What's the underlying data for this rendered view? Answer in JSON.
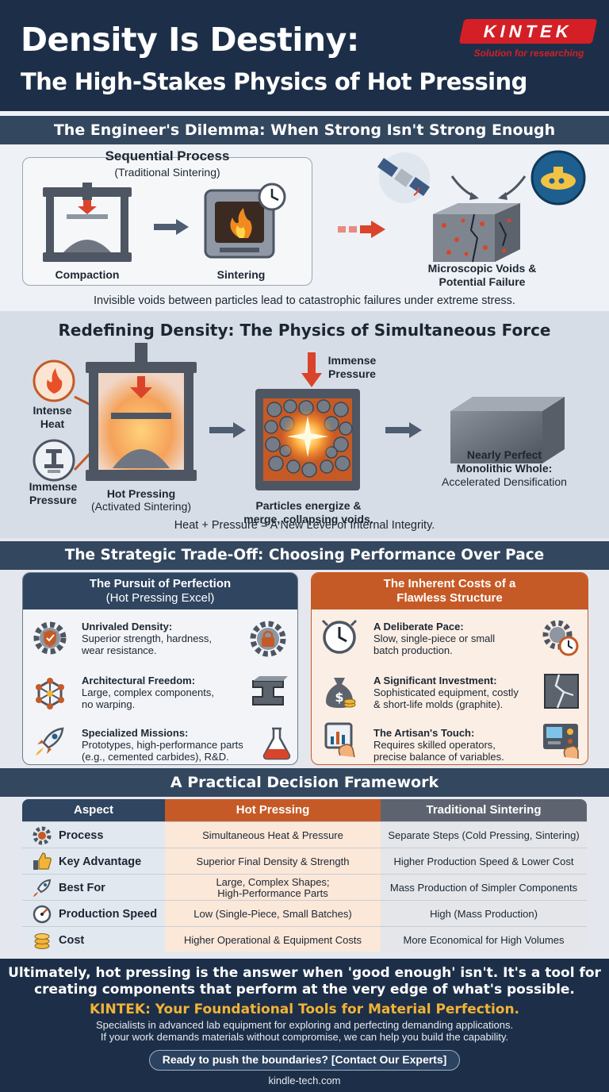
{
  "header": {
    "title_line1": "Density Is Destiny:",
    "title_line2": "The High-Stakes Physics of Hot Pressing",
    "logo_text": "KINTEK",
    "logo_tagline": "Solution for researching"
  },
  "dilemma": {
    "heading": "The Engineer's Dilemma: When Strong Isn't Strong Enough",
    "sequential_title": "Sequential Process",
    "sequential_subtitle": "(Traditional Sintering)",
    "step1_label": "Compaction",
    "step2_label": "Sintering",
    "result_label_line1": "Microscopic Voids &",
    "result_label_line2": "Potential Failure",
    "caption": "Invisible voids between particles lead to catastrophic failures under extreme stress."
  },
  "physics": {
    "heading": "Redefining Density: The Physics of Simultaneous Force",
    "heat_label_line1": "Intense",
    "heat_label_line2": "Heat",
    "pressure_label_line1": "Immense",
    "pressure_label_line2": "Pressure",
    "press_label_line1": "Hot Pressing",
    "press_label_line2": "(Activated Sintering)",
    "top_pressure_line1": "Immense",
    "top_pressure_line2": "Pressure",
    "particles_line1": "Particles energize &",
    "particles_line2": "merge, collapsing voids.",
    "result_line1": "Nearly Perfect",
    "result_line2": "Monolithic Whole:",
    "result_line3": "Accelerated Densification",
    "caption": "Heat + Pressure = A New Level of Internal Integrity."
  },
  "tradeoff": {
    "heading": "The Strategic Trade-Off: Choosing Performance Over Pace",
    "left_title_line1": "The Pursuit of Perfection",
    "left_title_line2": "(Hot Pressing Excel)",
    "left_items": [
      {
        "title": "Unrivaled Density:",
        "line1": "Superior strength, hardness,",
        "line2": "wear resistance."
      },
      {
        "title": "Architectural Freedom:",
        "line1": "Large, complex components,",
        "line2": "no warping."
      },
      {
        "title": "Specialized Missions:",
        "line1": "Prototypes, high-performance parts",
        "line2": "(e.g., cemented carbides), R&D."
      }
    ],
    "right_title_line1": "The Inherent Costs of a",
    "right_title_line2": "Flawless Structure",
    "right_items": [
      {
        "title": "A Deliberate Pace:",
        "line1": "Slow, single-piece or small",
        "line2": "batch production."
      },
      {
        "title": "A Significant Investment:",
        "line1": "Sophisticated equipment, costly",
        "line2": "& short-life molds (graphite)."
      },
      {
        "title": "The Artisan's Touch:",
        "line1": "Requires skilled operators,",
        "line2": "precise balance of variables."
      }
    ]
  },
  "framework": {
    "heading": "A Practical Decision Framework",
    "columns": [
      "Aspect",
      "Hot Pressing",
      "Traditional Sintering"
    ],
    "rows": [
      {
        "aspect": "Process",
        "hot_line1": "Simultaneous Heat & Pressure",
        "hot_line2": "",
        "trad": "Separate Steps (Cold Pressing, Sintering)"
      },
      {
        "aspect": "Key Advantage",
        "hot_line1": "Superior Final Density & Strength",
        "hot_line2": "",
        "trad": "Higher Production Speed & Lower Cost"
      },
      {
        "aspect": "Best For",
        "hot_line1": "Large, Complex Shapes;",
        "hot_line2": "High-Performance Parts",
        "trad": "Mass Production of Simpler Components"
      },
      {
        "aspect": "Production Speed",
        "hot_line1": "Low (Single-Piece, Small Batches)",
        "hot_line2": "",
        "trad": "High (Mass Production)"
      },
      {
        "aspect": "Cost",
        "hot_line1": "Higher Operational & Equipment Costs",
        "hot_line2": "",
        "trad": "More Economical for High Volumes"
      }
    ]
  },
  "footer": {
    "line1": "Ultimately, hot pressing is the answer when 'good enough' isn't. It's a tool for",
    "line2": "creating components that perform at the very edge of what's possible.",
    "brand_line": "KINTEK: Your Foundational Tools for Material Perfection.",
    "desc_line1": "Specialists in advanced lab equipment for exploring and perfecting demanding applications.",
    "desc_line2": "If your work demands materials without compromise, we can help you build the capability.",
    "cta": "Ready to push the boundaries? [Contact Our Experts]",
    "url": "kindle-tech.com"
  },
  "colors": {
    "navy": "#1d2f48",
    "orange": "#c65a26",
    "red": "#d41f26",
    "gold": "#f2b336"
  }
}
